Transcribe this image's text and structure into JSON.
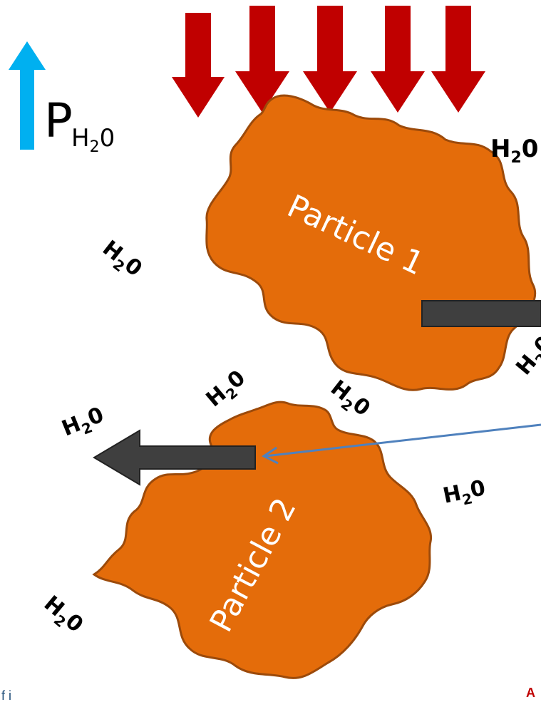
{
  "diagram": {
    "pressure_label": {
      "symbol": "P",
      "subscript_main": "H",
      "subscript_digit": "2",
      "subscript_end": "0"
    },
    "water_label": {
      "main": "H",
      "digit": "2",
      "end": "0"
    },
    "particles": [
      {
        "label": "Particle 1"
      },
      {
        "label": "Particle 2"
      }
    ],
    "footer_left": "f i",
    "footer_right": "A"
  },
  "colors": {
    "particle_fill": "#e46c0a",
    "particle_stroke": "#9c4a0a",
    "force_arrow": "#c00000",
    "pressure_arrow": "#00b0f0",
    "gray_arrow": "#3f3f3f",
    "pointer_line": "#4f81bd",
    "footer_left": "#1f4e79",
    "footer_right": "#c00000"
  }
}
